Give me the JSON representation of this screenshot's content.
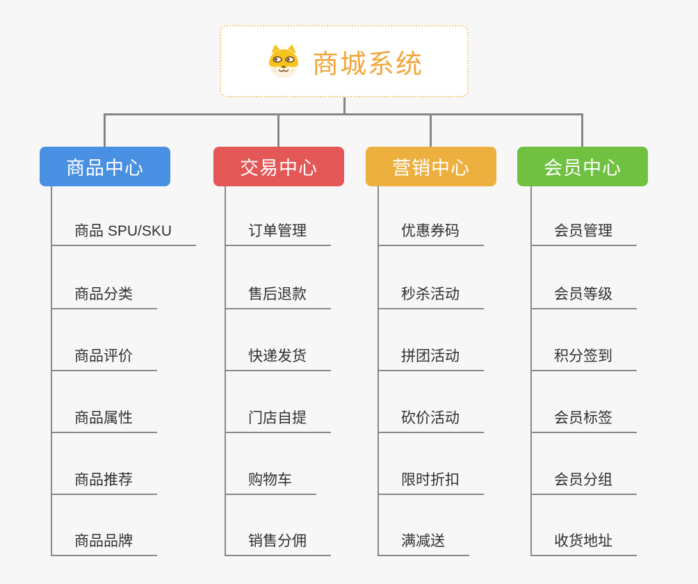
{
  "page": {
    "background_color": "#f7f7f7",
    "connector_color": "#858585"
  },
  "root": {
    "label": "商城系统",
    "text_color": "#f2a63c",
    "border_color": "#f3cb7c",
    "icon": "shiba-dog-icon"
  },
  "branches": [
    {
      "label": "商品中心",
      "color": "#4a90e2",
      "items": [
        "商品 SPU/SKU",
        "商品分类",
        "商品评价",
        "商品属性",
        "商品推荐",
        "商品品牌"
      ]
    },
    {
      "label": "交易中心",
      "color": "#e45757",
      "items": [
        "订单管理",
        "售后退款",
        "快递发货",
        "门店自提",
        "购物车",
        "销售分佣"
      ]
    },
    {
      "label": "营销中心",
      "color": "#edb03f",
      "items": [
        "优惠券码",
        "秒杀活动",
        "拼团活动",
        "砍价活动",
        "限时折扣",
        "满减送"
      ]
    },
    {
      "label": "会员中心",
      "color": "#70c141",
      "items": [
        "会员管理",
        "会员等级",
        "积分签到",
        "会员标签",
        "会员分组",
        "收货地址"
      ]
    }
  ]
}
